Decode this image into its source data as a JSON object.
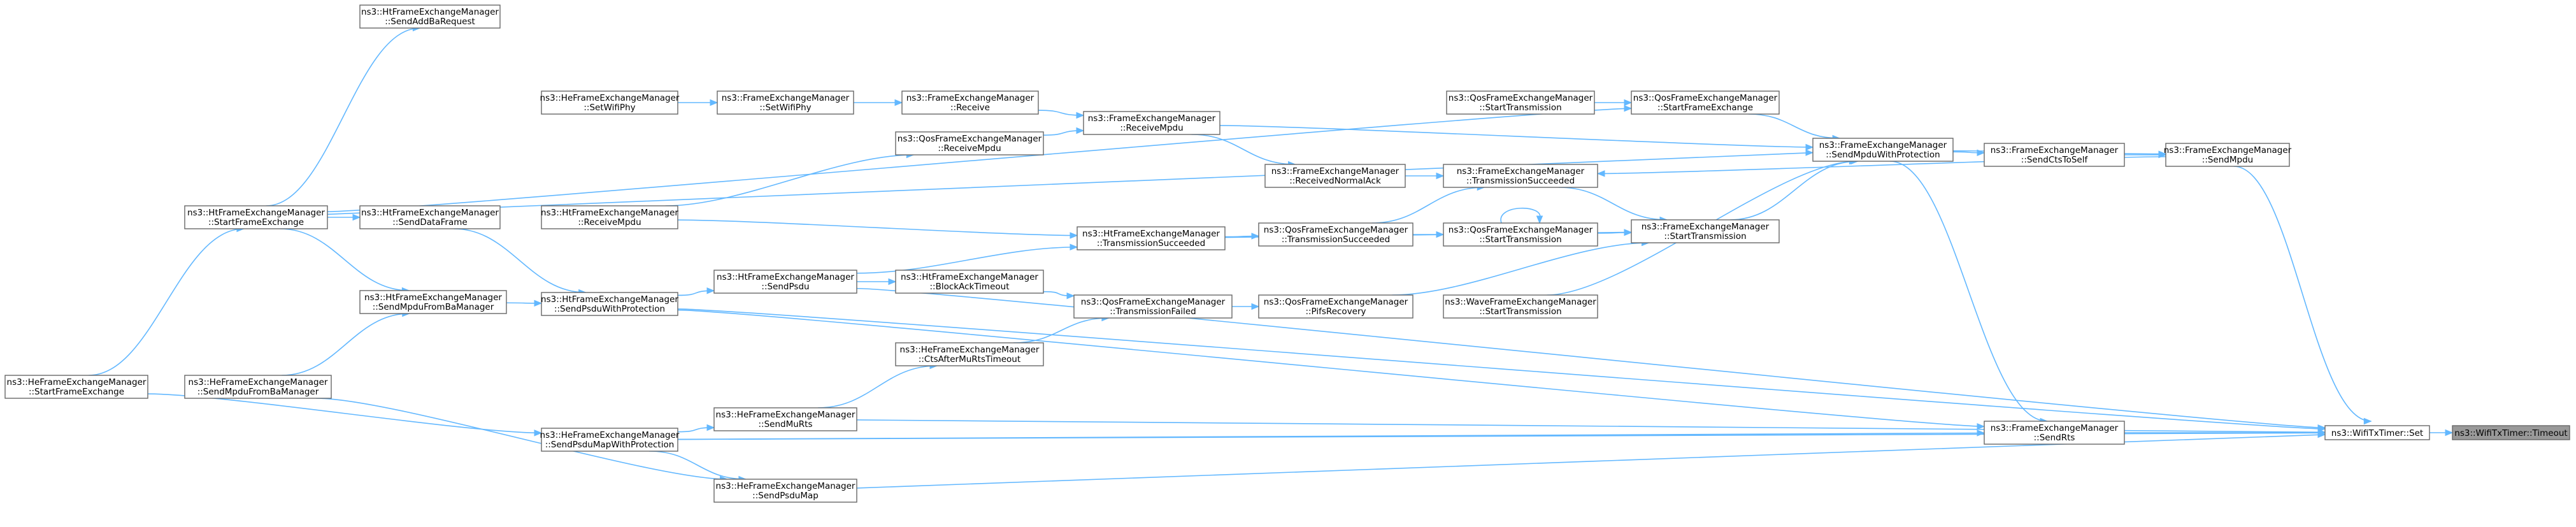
{
  "diagram": {
    "nodes": [
      {
        "id": "n0",
        "lines": [
          "ns3::WifiTxTimer::Timeout"
        ],
        "highlight": true
      },
      {
        "id": "n1",
        "lines": [
          "ns3::WifiTxTimer::Set"
        ]
      },
      {
        "id": "n2",
        "lines": [
          "ns3::FrameExchangeManager",
          "::SendMpdu"
        ]
      },
      {
        "id": "n3",
        "lines": [
          "ns3::FrameExchangeManager",
          "::SendRts"
        ]
      },
      {
        "id": "n4",
        "lines": [
          "ns3::FrameExchangeManager",
          "::SendCtsToSelf"
        ]
      },
      {
        "id": "n5",
        "lines": [
          "ns3::FrameExchangeManager",
          "::SendMpduWithProtection"
        ]
      },
      {
        "id": "n6",
        "lines": [
          "ns3::QosFrameExchangeManager",
          "::StartFrameExchange"
        ]
      },
      {
        "id": "n7",
        "lines": [
          "ns3::QosFrameExchangeManager",
          "::StartTransmission"
        ]
      },
      {
        "id": "n8",
        "lines": [
          "ns3::FrameExchangeManager",
          "::StartTransmission"
        ]
      },
      {
        "id": "n9",
        "lines": [
          "ns3::WaveFrameExchangeManager",
          "::StartTransmission"
        ]
      },
      {
        "id": "n10",
        "lines": [
          "ns3::FrameExchangeManager",
          "::TransmissionSucceeded"
        ]
      },
      {
        "id": "n11",
        "lines": [
          "ns3::QosFrameExchangeManager",
          "::StartTransmission"
        ]
      },
      {
        "id": "n12",
        "lines": [
          "ns3::QosFrameExchangeManager",
          "::PifsRecovery"
        ]
      },
      {
        "id": "n13",
        "lines": [
          "ns3::FrameExchangeManager",
          "::ReceivedNormalAck"
        ]
      },
      {
        "id": "n14",
        "lines": [
          "ns3::QosFrameExchangeManager",
          "::TransmissionSucceeded"
        ]
      },
      {
        "id": "n15",
        "lines": [
          "ns3::QosFrameExchangeManager",
          "::TransmissionFailed"
        ]
      },
      {
        "id": "n16",
        "lines": [
          "ns3::FrameExchangeManager",
          "::ReceiveMpdu"
        ]
      },
      {
        "id": "n17",
        "lines": [
          "ns3::HtFrameExchangeManager",
          "::TransmissionSucceeded"
        ]
      },
      {
        "id": "n18",
        "lines": [
          "ns3::FrameExchangeManager",
          "::Receive"
        ]
      },
      {
        "id": "n19",
        "lines": [
          "ns3::QosFrameExchangeManager",
          "::ReceiveMpdu"
        ]
      },
      {
        "id": "n20",
        "lines": [
          "ns3::HtFrameExchangeManager",
          "::BlockAckTimeout"
        ]
      },
      {
        "id": "n21",
        "lines": [
          "ns3::HeFrameExchangeManager",
          "::CtsAfterMuRtsTimeout"
        ]
      },
      {
        "id": "n22",
        "lines": [
          "ns3::FrameExchangeManager",
          "::SetWifiPhy"
        ]
      },
      {
        "id": "n23",
        "lines": [
          "ns3::HtFrameExchangeManager",
          "::SendPsdu"
        ]
      },
      {
        "id": "n24",
        "lines": [
          "ns3::HeFrameExchangeManager",
          "::SendMuRts"
        ]
      },
      {
        "id": "n25",
        "lines": [
          "ns3::HeFrameExchangeManager",
          "::SendPsduMap"
        ]
      },
      {
        "id": "n26",
        "lines": [
          "ns3::HeFrameExchangeManager",
          "::SetWifiPhy"
        ]
      },
      {
        "id": "n27",
        "lines": [
          "ns3::HtFrameExchangeManager",
          "::ReceiveMpdu"
        ]
      },
      {
        "id": "n28",
        "lines": [
          "ns3::HtFrameExchangeManager",
          "::SendPsduWithProtection"
        ]
      },
      {
        "id": "n29",
        "lines": [
          "ns3::HeFrameExchangeManager",
          "::SendPsduMapWithProtection"
        ]
      },
      {
        "id": "n30",
        "lines": [
          "ns3::HtFrameExchangeManager",
          "::SendDataFrame"
        ]
      },
      {
        "id": "n31",
        "lines": [
          "ns3::HtFrameExchangeManager",
          "::SendMpduFromBaManager"
        ]
      },
      {
        "id": "n32",
        "lines": [
          "ns3::HtFrameExchangeManager",
          "::SendAddBaRequest"
        ]
      },
      {
        "id": "n33",
        "lines": [
          "ns3::HeFrameExchangeManager",
          "::SendMpduFromBaManager"
        ]
      },
      {
        "id": "n34",
        "lines": [
          "ns3::HtFrameExchangeManager",
          "::StartFrameExchange"
        ]
      },
      {
        "id": "n35",
        "lines": [
          "ns3::HeFrameExchangeManager",
          "::StartFrameExchange"
        ]
      }
    ],
    "edges": [
      [
        "n1",
        "n0"
      ],
      [
        "n2",
        "n1"
      ],
      [
        "n3",
        "n1"
      ],
      [
        "n23",
        "n1"
      ],
      [
        "n24",
        "n1"
      ],
      [
        "n25",
        "n1"
      ],
      [
        "n28",
        "n1"
      ],
      [
        "n29",
        "n1"
      ],
      [
        "n4",
        "n2"
      ],
      [
        "n5",
        "n2"
      ],
      [
        "n5",
        "n3"
      ],
      [
        "n28",
        "n3"
      ],
      [
        "n29",
        "n3"
      ],
      [
        "n5",
        "n4"
      ],
      [
        "n6",
        "n5"
      ],
      [
        "n8",
        "n5"
      ],
      [
        "n9",
        "n5"
      ],
      [
        "n34",
        "n5"
      ],
      [
        "n16",
        "n5"
      ],
      [
        "n7",
        "n6"
      ],
      [
        "n34",
        "n6"
      ],
      [
        "n11",
        "n8"
      ],
      [
        "n12",
        "n8"
      ],
      [
        "n10",
        "n8"
      ],
      [
        "n17",
        "n8"
      ],
      [
        "n11",
        "n11"
      ],
      [
        "n14",
        "n11"
      ],
      [
        "n15",
        "n12"
      ],
      [
        "n13",
        "n10"
      ],
      [
        "n14",
        "n10"
      ],
      [
        "n2",
        "n10"
      ],
      [
        "n16",
        "n13"
      ],
      [
        "n17",
        "n14"
      ],
      [
        "n20",
        "n15"
      ],
      [
        "n21",
        "n15"
      ],
      [
        "n18",
        "n16"
      ],
      [
        "n19",
        "n16"
      ],
      [
        "n23",
        "n17"
      ],
      [
        "n27",
        "n17"
      ],
      [
        "n22",
        "n18"
      ],
      [
        "n27",
        "n19"
      ],
      [
        "n23",
        "n20"
      ],
      [
        "n24",
        "n21"
      ],
      [
        "n26",
        "n22"
      ],
      [
        "n28",
        "n23"
      ],
      [
        "n29",
        "n24"
      ],
      [
        "n29",
        "n25"
      ],
      [
        "n33",
        "n25"
      ],
      [
        "n30",
        "n28"
      ],
      [
        "n31",
        "n28"
      ],
      [
        "n35",
        "n29"
      ],
      [
        "n34",
        "n30"
      ],
      [
        "n34",
        "n31"
      ],
      [
        "n33",
        "n31"
      ],
      [
        "n34",
        "n32"
      ],
      [
        "n35",
        "n34"
      ]
    ]
  }
}
